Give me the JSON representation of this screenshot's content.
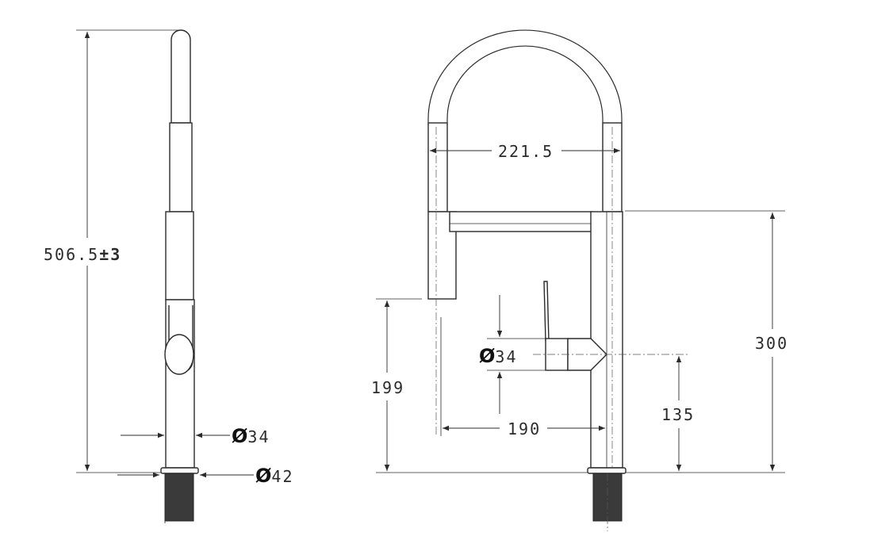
{
  "side_view": {
    "height_value": "506.5",
    "height_tol": "±3",
    "diameter_symbol": "Ø",
    "diameter_small": "34",
    "diameter_large": "42"
  },
  "front_view": {
    "width_value": "221.5",
    "height_value": "300",
    "spout_height": "199",
    "reach_value": "190",
    "lever_height": "135",
    "diameter_symbol": "Ø",
    "lever_diameter": "34"
  }
}
